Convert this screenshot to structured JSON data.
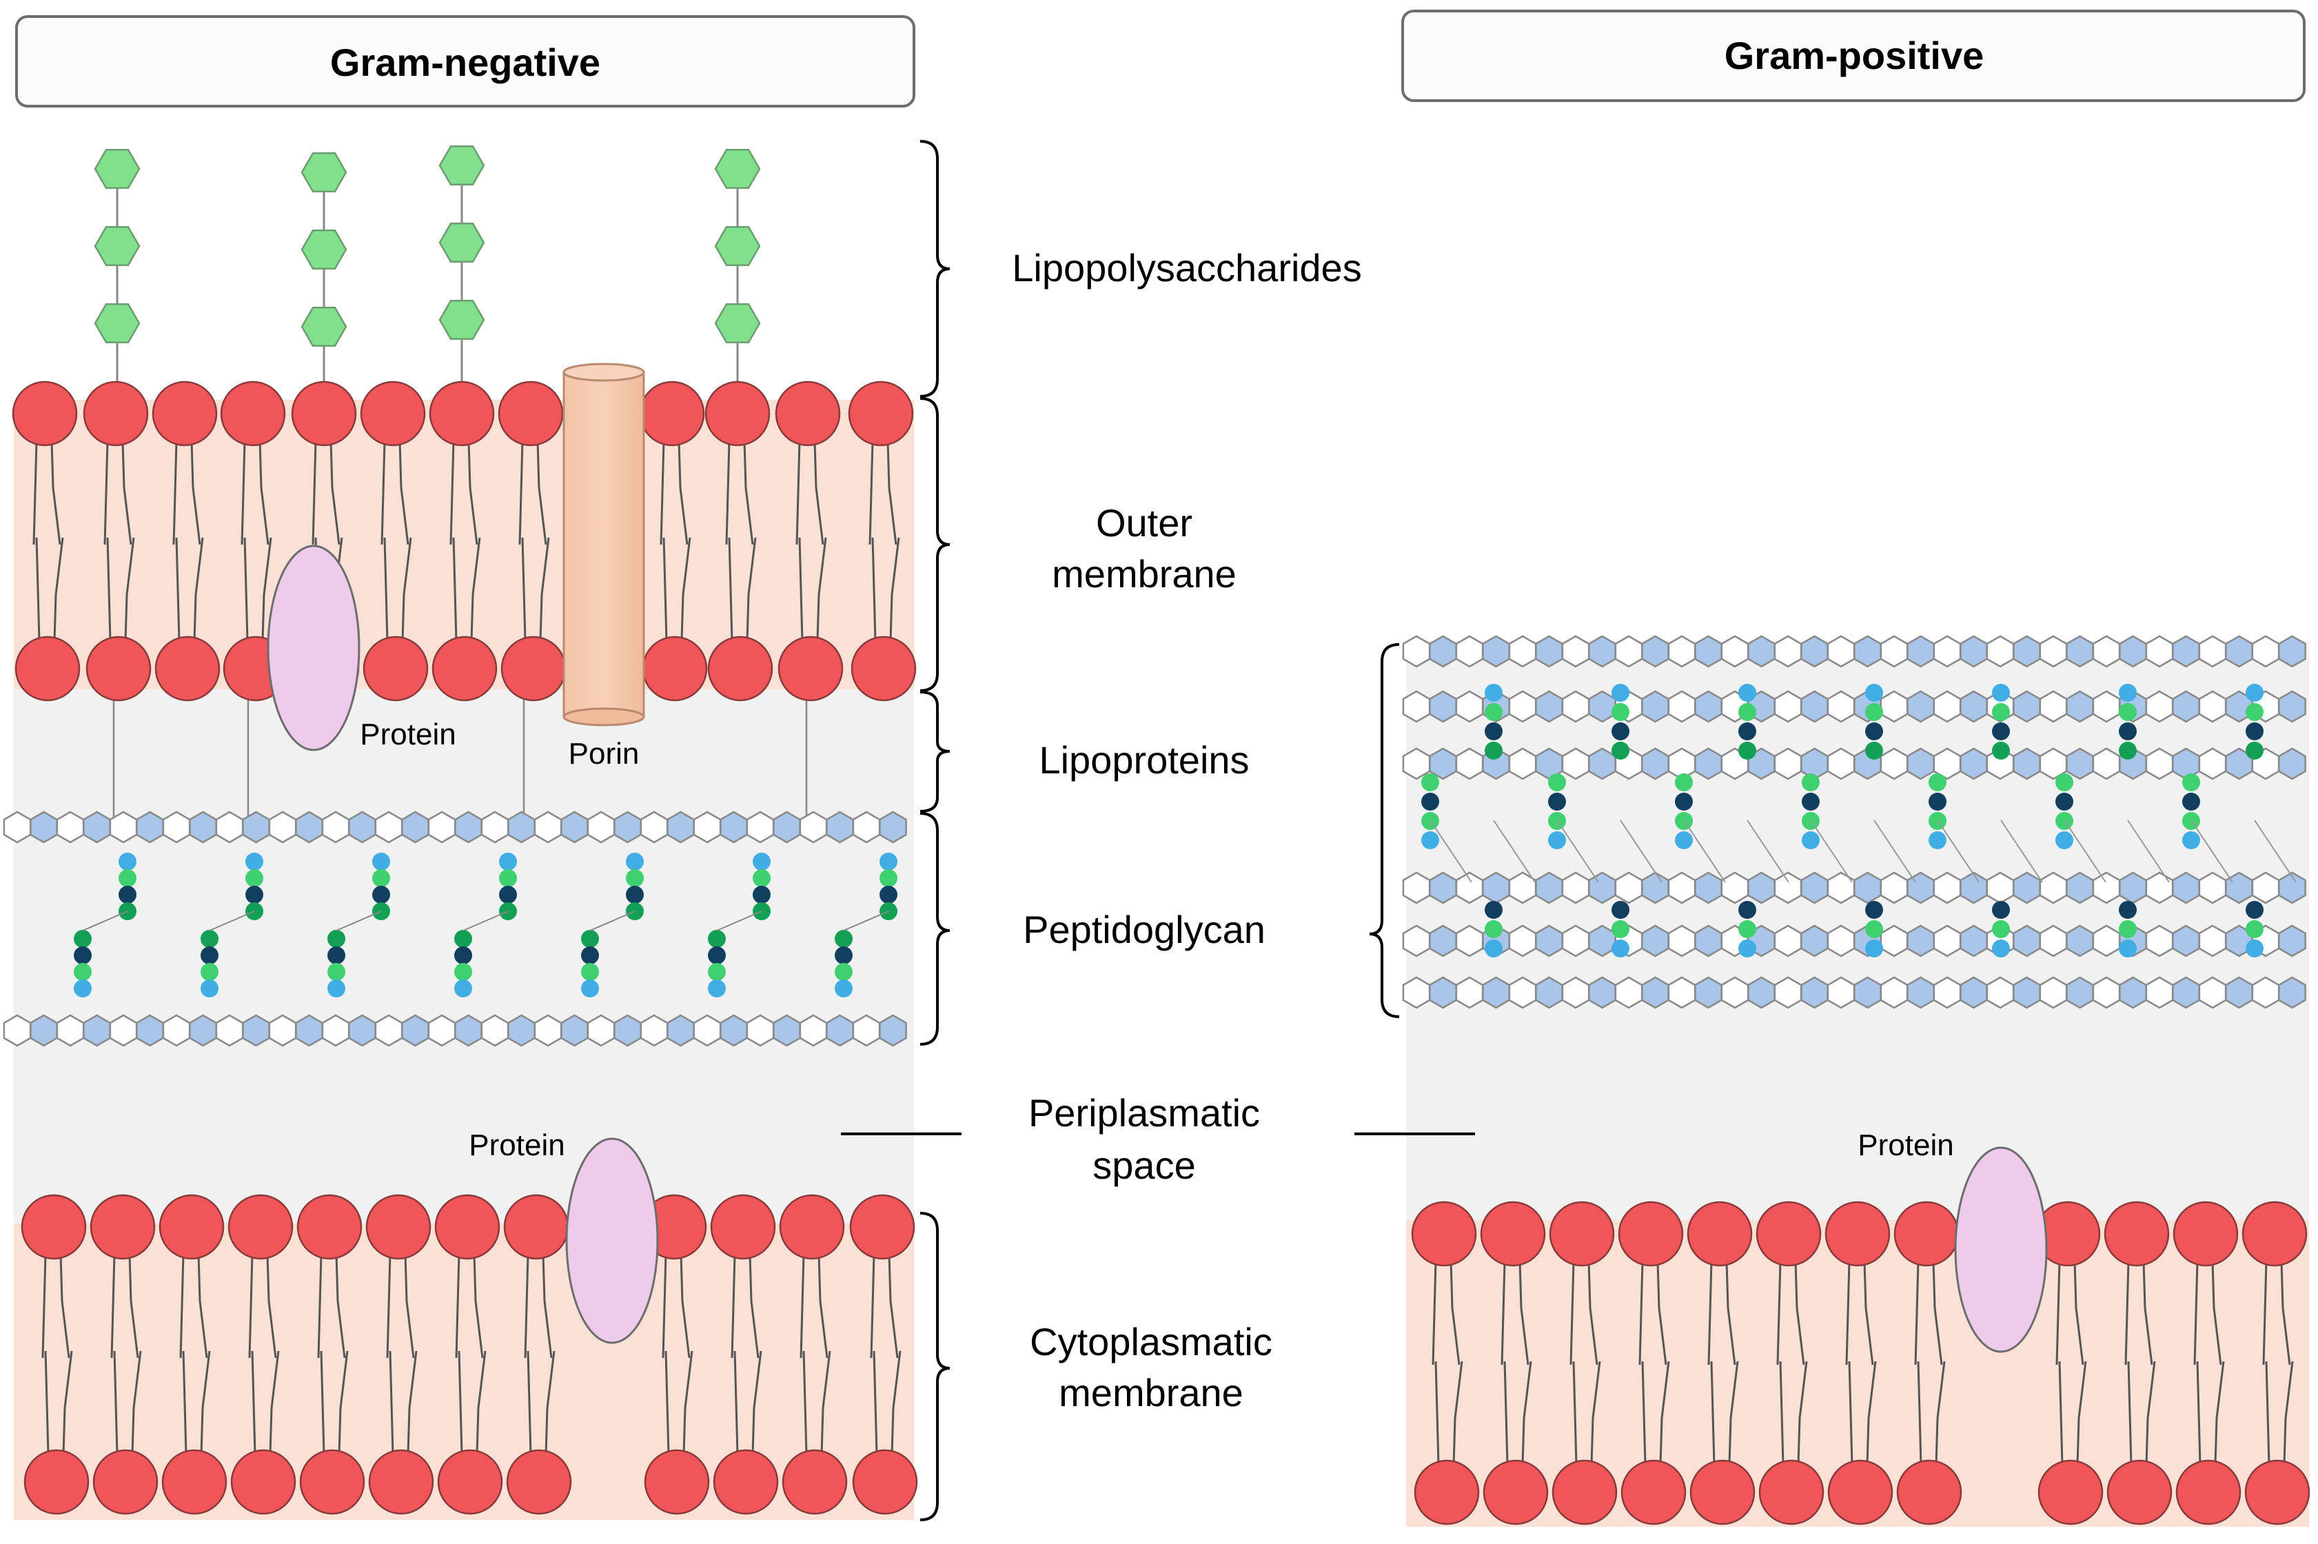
{
  "headers": {
    "gram_negative": "Gram-negative",
    "gram_positive": "Gram-positive"
  },
  "layer_labels": {
    "lipopolysaccharides": "Lipopolysaccharides",
    "outer_membrane": [
      "Outer",
      "membrane"
    ],
    "lipoproteins": "Lipoproteins",
    "peptidoglycan": "Peptidoglycan",
    "periplasmatic_space": [
      "Periplasmatic",
      "space"
    ],
    "cytoplasmatic_membrane": [
      "Cytoplasmatic",
      "membrane"
    ]
  },
  "component_labels": {
    "outer_protein": "Protein",
    "porin": "Porin",
    "inner_protein_negative": "Protein",
    "inner_protein_positive": "Protein"
  },
  "colors": {
    "lipid_head": "#f0555a",
    "membrane_fill": "#fbe1d5",
    "periplasm_fill": "#f1f1f1",
    "lps_sugar": "#80e08c",
    "peptidoglycan_sugar": "#a9c6ea",
    "protein": "#eecbeb",
    "porin": "#f4c5a8",
    "peptide_light_blue": "#41ade5",
    "peptide_green": "#3fd070",
    "peptide_dark": "#123f60",
    "peptide_dark_green": "#13a055"
  }
}
